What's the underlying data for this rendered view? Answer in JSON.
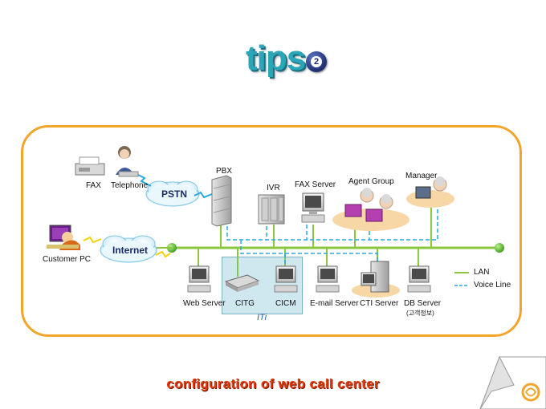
{
  "header": {
    "title": "tips",
    "badge": "2"
  },
  "footer": {
    "subtitle": "configuration of web call center"
  },
  "diagram": {
    "labels": {
      "fax": "FAX",
      "telephone": "Telephone",
      "pstn": "PSTN",
      "pbx": "PBX",
      "ivr": "IVR",
      "fax_server": "FAX Server",
      "agent_group": "Agent Group",
      "manager": "Manager",
      "customer_pc": "Customer PC",
      "internet": "Internet",
      "web_server": "Web Server",
      "citg": "CITG",
      "cicm": "CICM",
      "email_server": "E-mail Server",
      "cti_server": "CTI Server",
      "db_server": "DB Server",
      "db_server_note": "(고객정보)",
      "iti": "ITi"
    },
    "legend": {
      "lan": "LAN",
      "voice_line": "Voice Line"
    },
    "colors": {
      "frame": "#f2a52a",
      "lan": "#8cc63f",
      "voice": "#2aa8e0",
      "subtitle": "#e23a0c",
      "title": "#2aa6b8"
    }
  }
}
